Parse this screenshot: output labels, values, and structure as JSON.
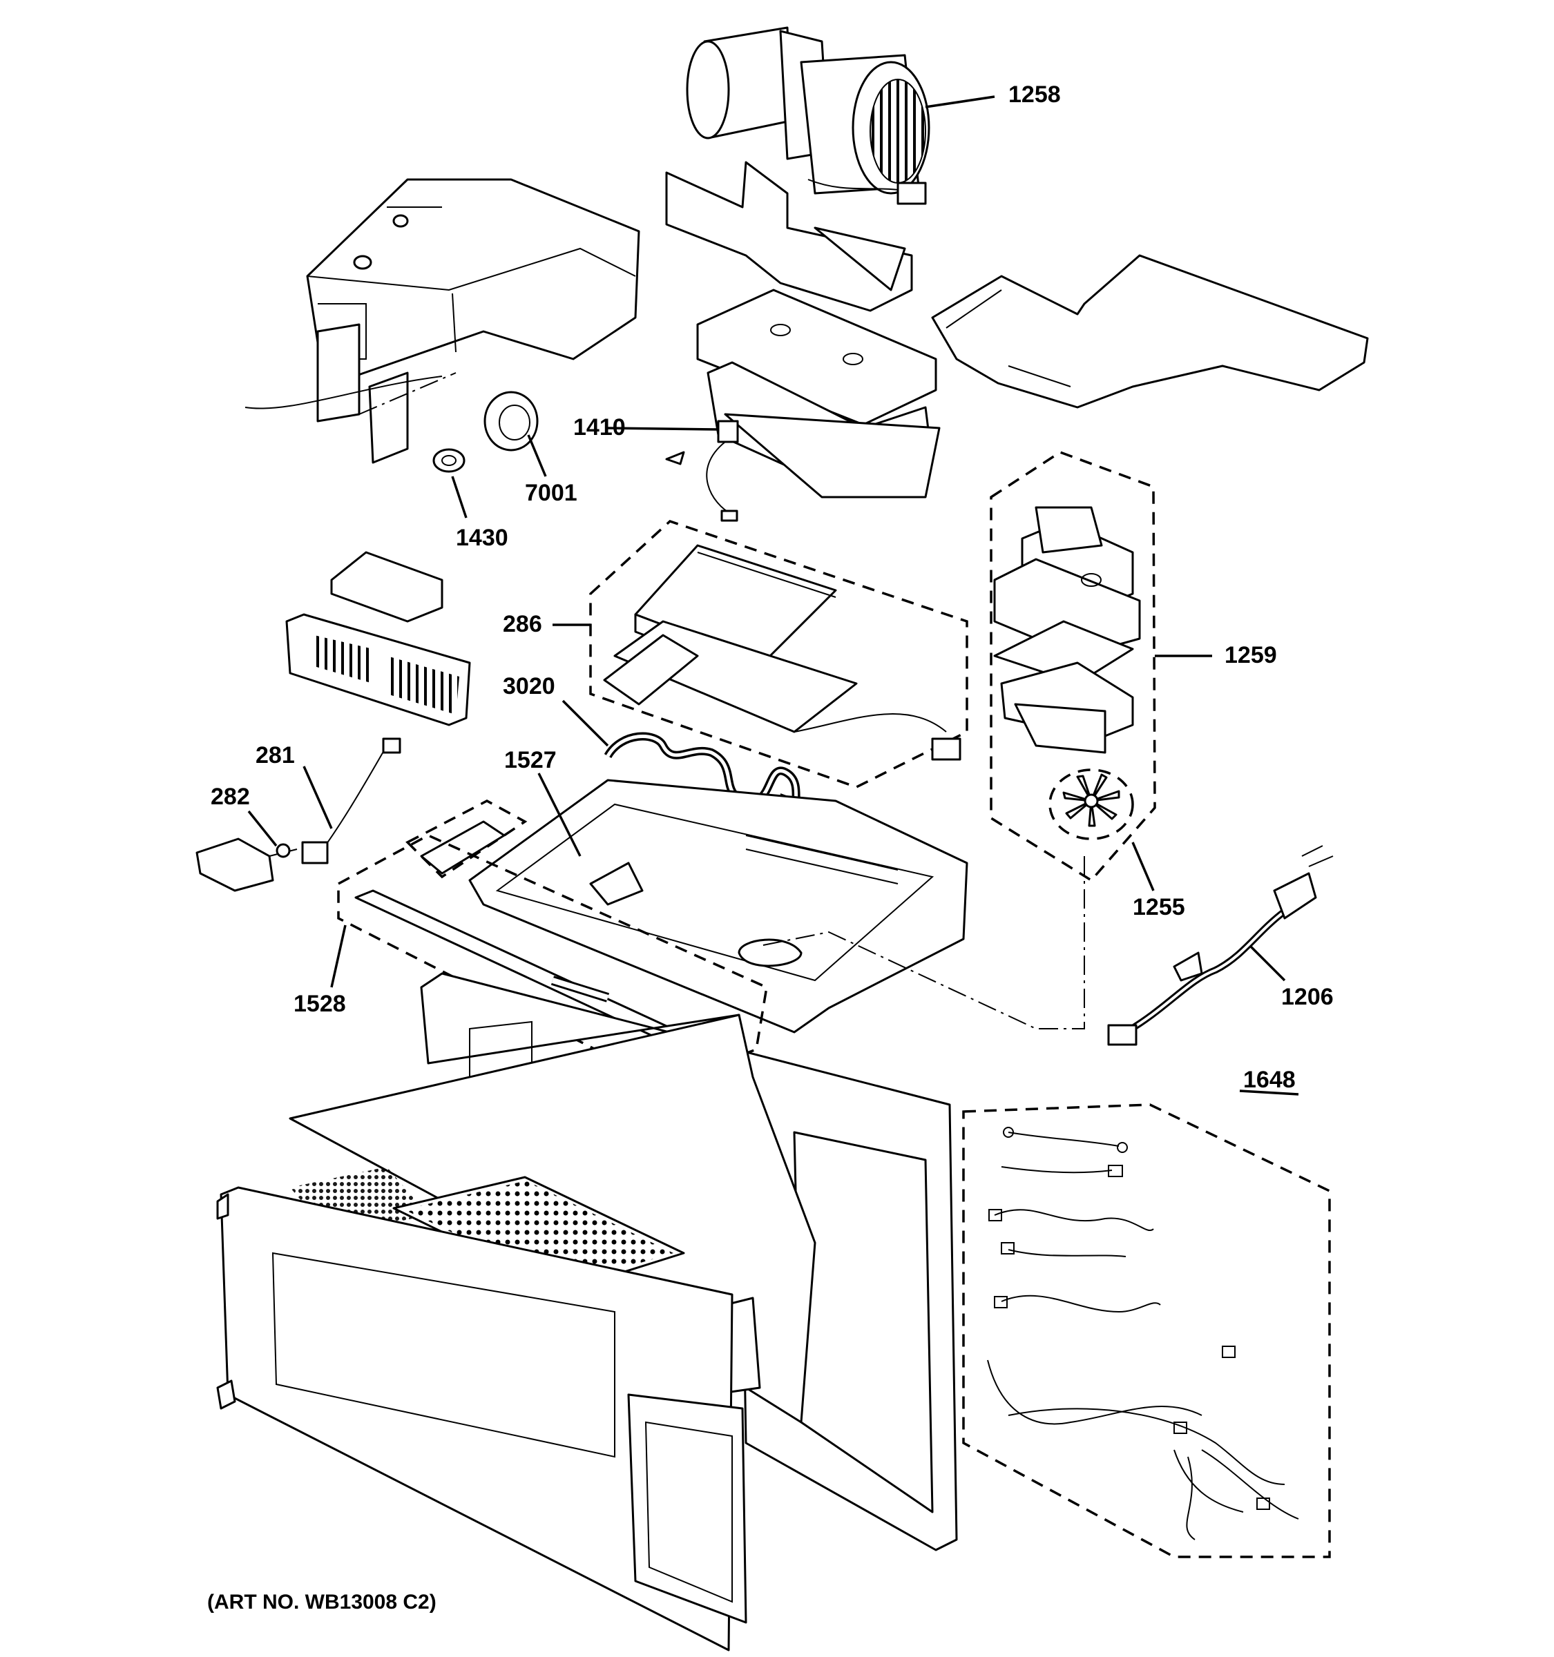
{
  "callouts": {
    "c1258": "1258",
    "c1410": "1410",
    "c7001": "7001",
    "c1430": "1430",
    "c286": "286",
    "c1259": "1259",
    "c3020": "3020",
    "c1527": "1527",
    "c281": "281",
    "c282": "282",
    "c1255": "1255",
    "c1528": "1528",
    "c1206": "1206",
    "c1648": "1648"
  },
  "art_number": "(ART NO. WB13008 C2)"
}
